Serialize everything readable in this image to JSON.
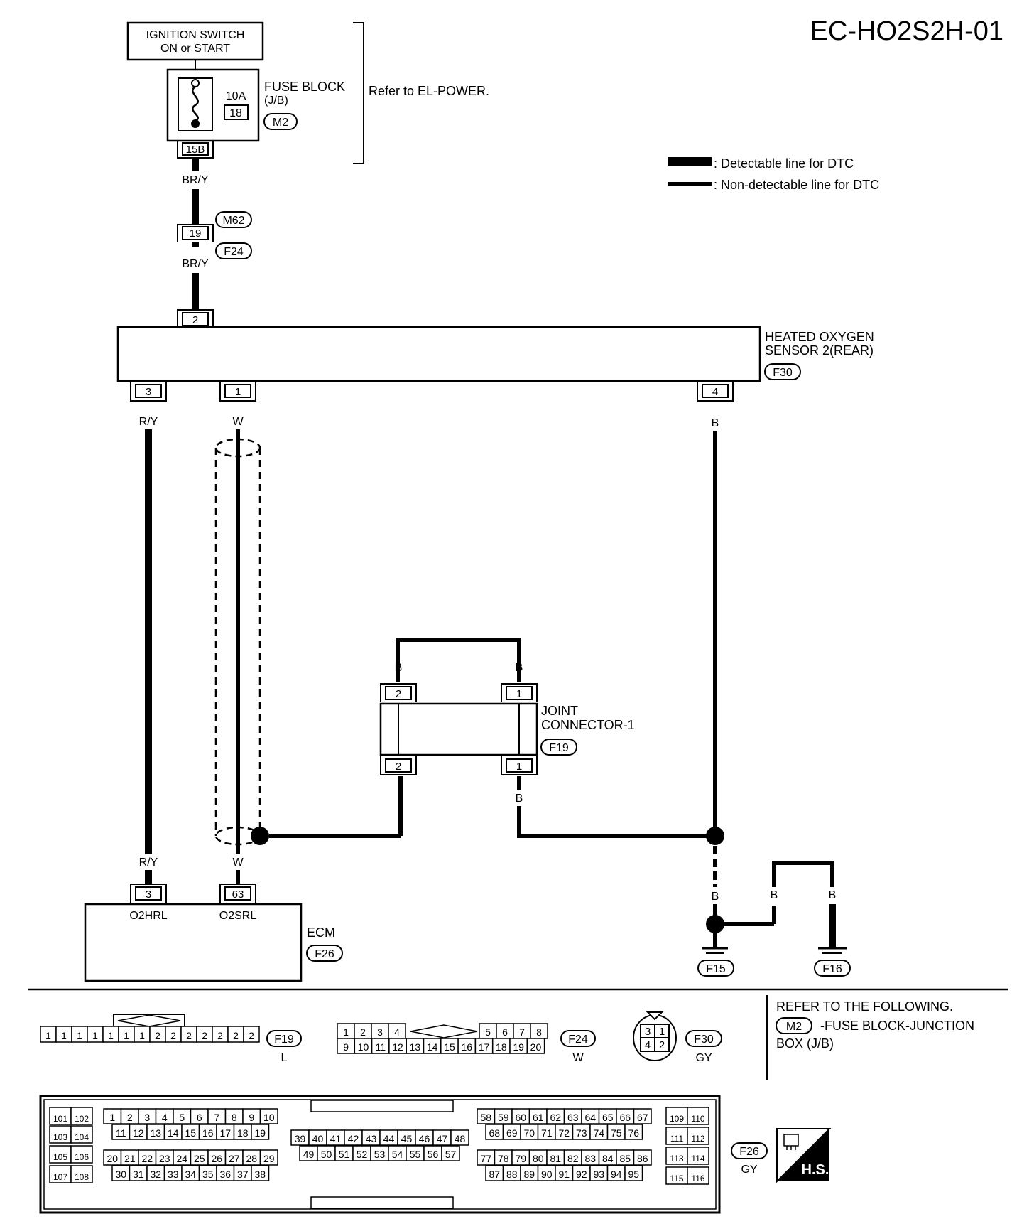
{
  "diagram_id": "EC-HO2S2H-01",
  "ignition_switch": {
    "line1": "IGNITION SWITCH",
    "line2": "ON or START"
  },
  "fuse_block": {
    "rating": "10A",
    "fuse_no": "18",
    "name_line1": "FUSE BLOCK",
    "name_line2": "(J/B)",
    "connector": "M2",
    "terminal": "15B"
  },
  "refer_power": "Refer to EL-POWER.",
  "legend": {
    "detectable": ": Detectable line for DTC",
    "non_detectable": ": Non-detectable line for DTC"
  },
  "wires": {
    "fuse_to_conn": "BR/Y",
    "conn_to_sensor": "BR/Y",
    "sensor_pin3": "R/Y",
    "sensor_pin1": "W",
    "sensor_pin4": "B",
    "ecm_pin3": "R/Y",
    "ecm_pin63": "W",
    "joint_top_left": "B",
    "joint_top_right": "B",
    "joint_bottom_right": "B",
    "ground_vert": "B",
    "ground_mid": "B",
    "ground_right": "B"
  },
  "inline_connector": {
    "pin": "19",
    "conn_top": "M62",
    "conn_bottom": "F24"
  },
  "sensor": {
    "line1": "HEATED OXYGEN",
    "line2": "SENSOR 2(REAR)",
    "connector": "F30",
    "pin_top": "2",
    "pin_a": "3",
    "pin_b": "1",
    "pin_c": "4"
  },
  "joint": {
    "line1": "JOINT",
    "line2": "CONNECTOR-1",
    "connector": "F19",
    "pin_tl": "2",
    "pin_tr": "1",
    "pin_bl": "2",
    "pin_br": "1"
  },
  "ecm": {
    "name": "ECM",
    "connector": "F26",
    "pin_a": "3",
    "pin_b": "63",
    "label_a": "O2HRL",
    "label_b": "O2SRL"
  },
  "grounds": {
    "g1": "F15",
    "g2": "F16"
  },
  "connector_views": {
    "f19": {
      "id": "F19",
      "color": "L",
      "pins": [
        "1",
        "1",
        "1",
        "1",
        "1",
        "1",
        "1",
        "2",
        "2",
        "2",
        "2",
        "2",
        "2",
        "2"
      ]
    },
    "f24": {
      "id": "F24",
      "color": "W",
      "top_left": [
        "1",
        "2",
        "3",
        "4"
      ],
      "top_right": [
        "5",
        "6",
        "7",
        "8"
      ],
      "bottom": [
        "9",
        "10",
        "11",
        "12",
        "13",
        "14",
        "15",
        "16",
        "17",
        "18",
        "19",
        "20"
      ]
    },
    "f30": {
      "id": "F30",
      "color": "GY",
      "pins": [
        "3",
        "1",
        "4",
        "2"
      ]
    },
    "f26": {
      "id": "F26",
      "color": "GY"
    }
  },
  "refer_following": {
    "line1": "REFER TO THE FOLLOWING.",
    "conn": "M2",
    "line2": "-FUSE BLOCK-JUNCTION",
    "line3": "BOX (J/B)"
  },
  "hs_badge": "H.S."
}
